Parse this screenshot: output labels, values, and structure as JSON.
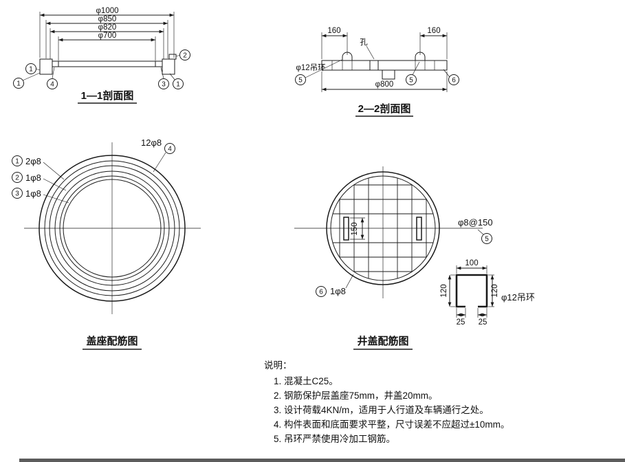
{
  "callouts": {
    "n1": "1",
    "n2": "2",
    "n3": "3",
    "n4": "4",
    "n5": "5",
    "n6": "6"
  },
  "section_1_1": {
    "title": "1—1剖面图",
    "dim_1000": "φ1000",
    "dim_850": "φ850",
    "dim_820": "φ820",
    "dim_700": "φ700"
  },
  "section_2_2": {
    "title": "2—2剖面图",
    "dim_left_160": "160",
    "dim_right_160": "160",
    "hole_label": "孔",
    "lifting_ring_label": "φ12吊环",
    "dim_800": "φ800"
  },
  "seat_plan": {
    "title": "盖座配筋图",
    "label_ring_1": "2φ8",
    "label_ring_2": "1φ8",
    "label_ring_3": "1φ8",
    "label_top": "12φ8"
  },
  "cover_plan": {
    "title": "井盖配筋图",
    "label_mesh": "φ8@150",
    "label_edge": "1φ8",
    "dim_150": "150"
  },
  "ring_detail": {
    "label": "φ12吊环",
    "dim_top": "100",
    "dim_left": "120",
    "dim_right": "120",
    "dim_hook_left": "25",
    "dim_hook_right": "25"
  },
  "notes": {
    "heading": "说明：",
    "items": [
      "1. 混凝土C25。",
      "2. 钢筋保护层盖座75mm，井盖20mm。",
      "3. 设计荷载4KN/m，适用于人行道及车辆通行之处。",
      "4. 构件表面和底面要求平整，尺寸误差不应超过±10mm。",
      "5. 吊环严禁使用冷加工钢筋。"
    ]
  }
}
